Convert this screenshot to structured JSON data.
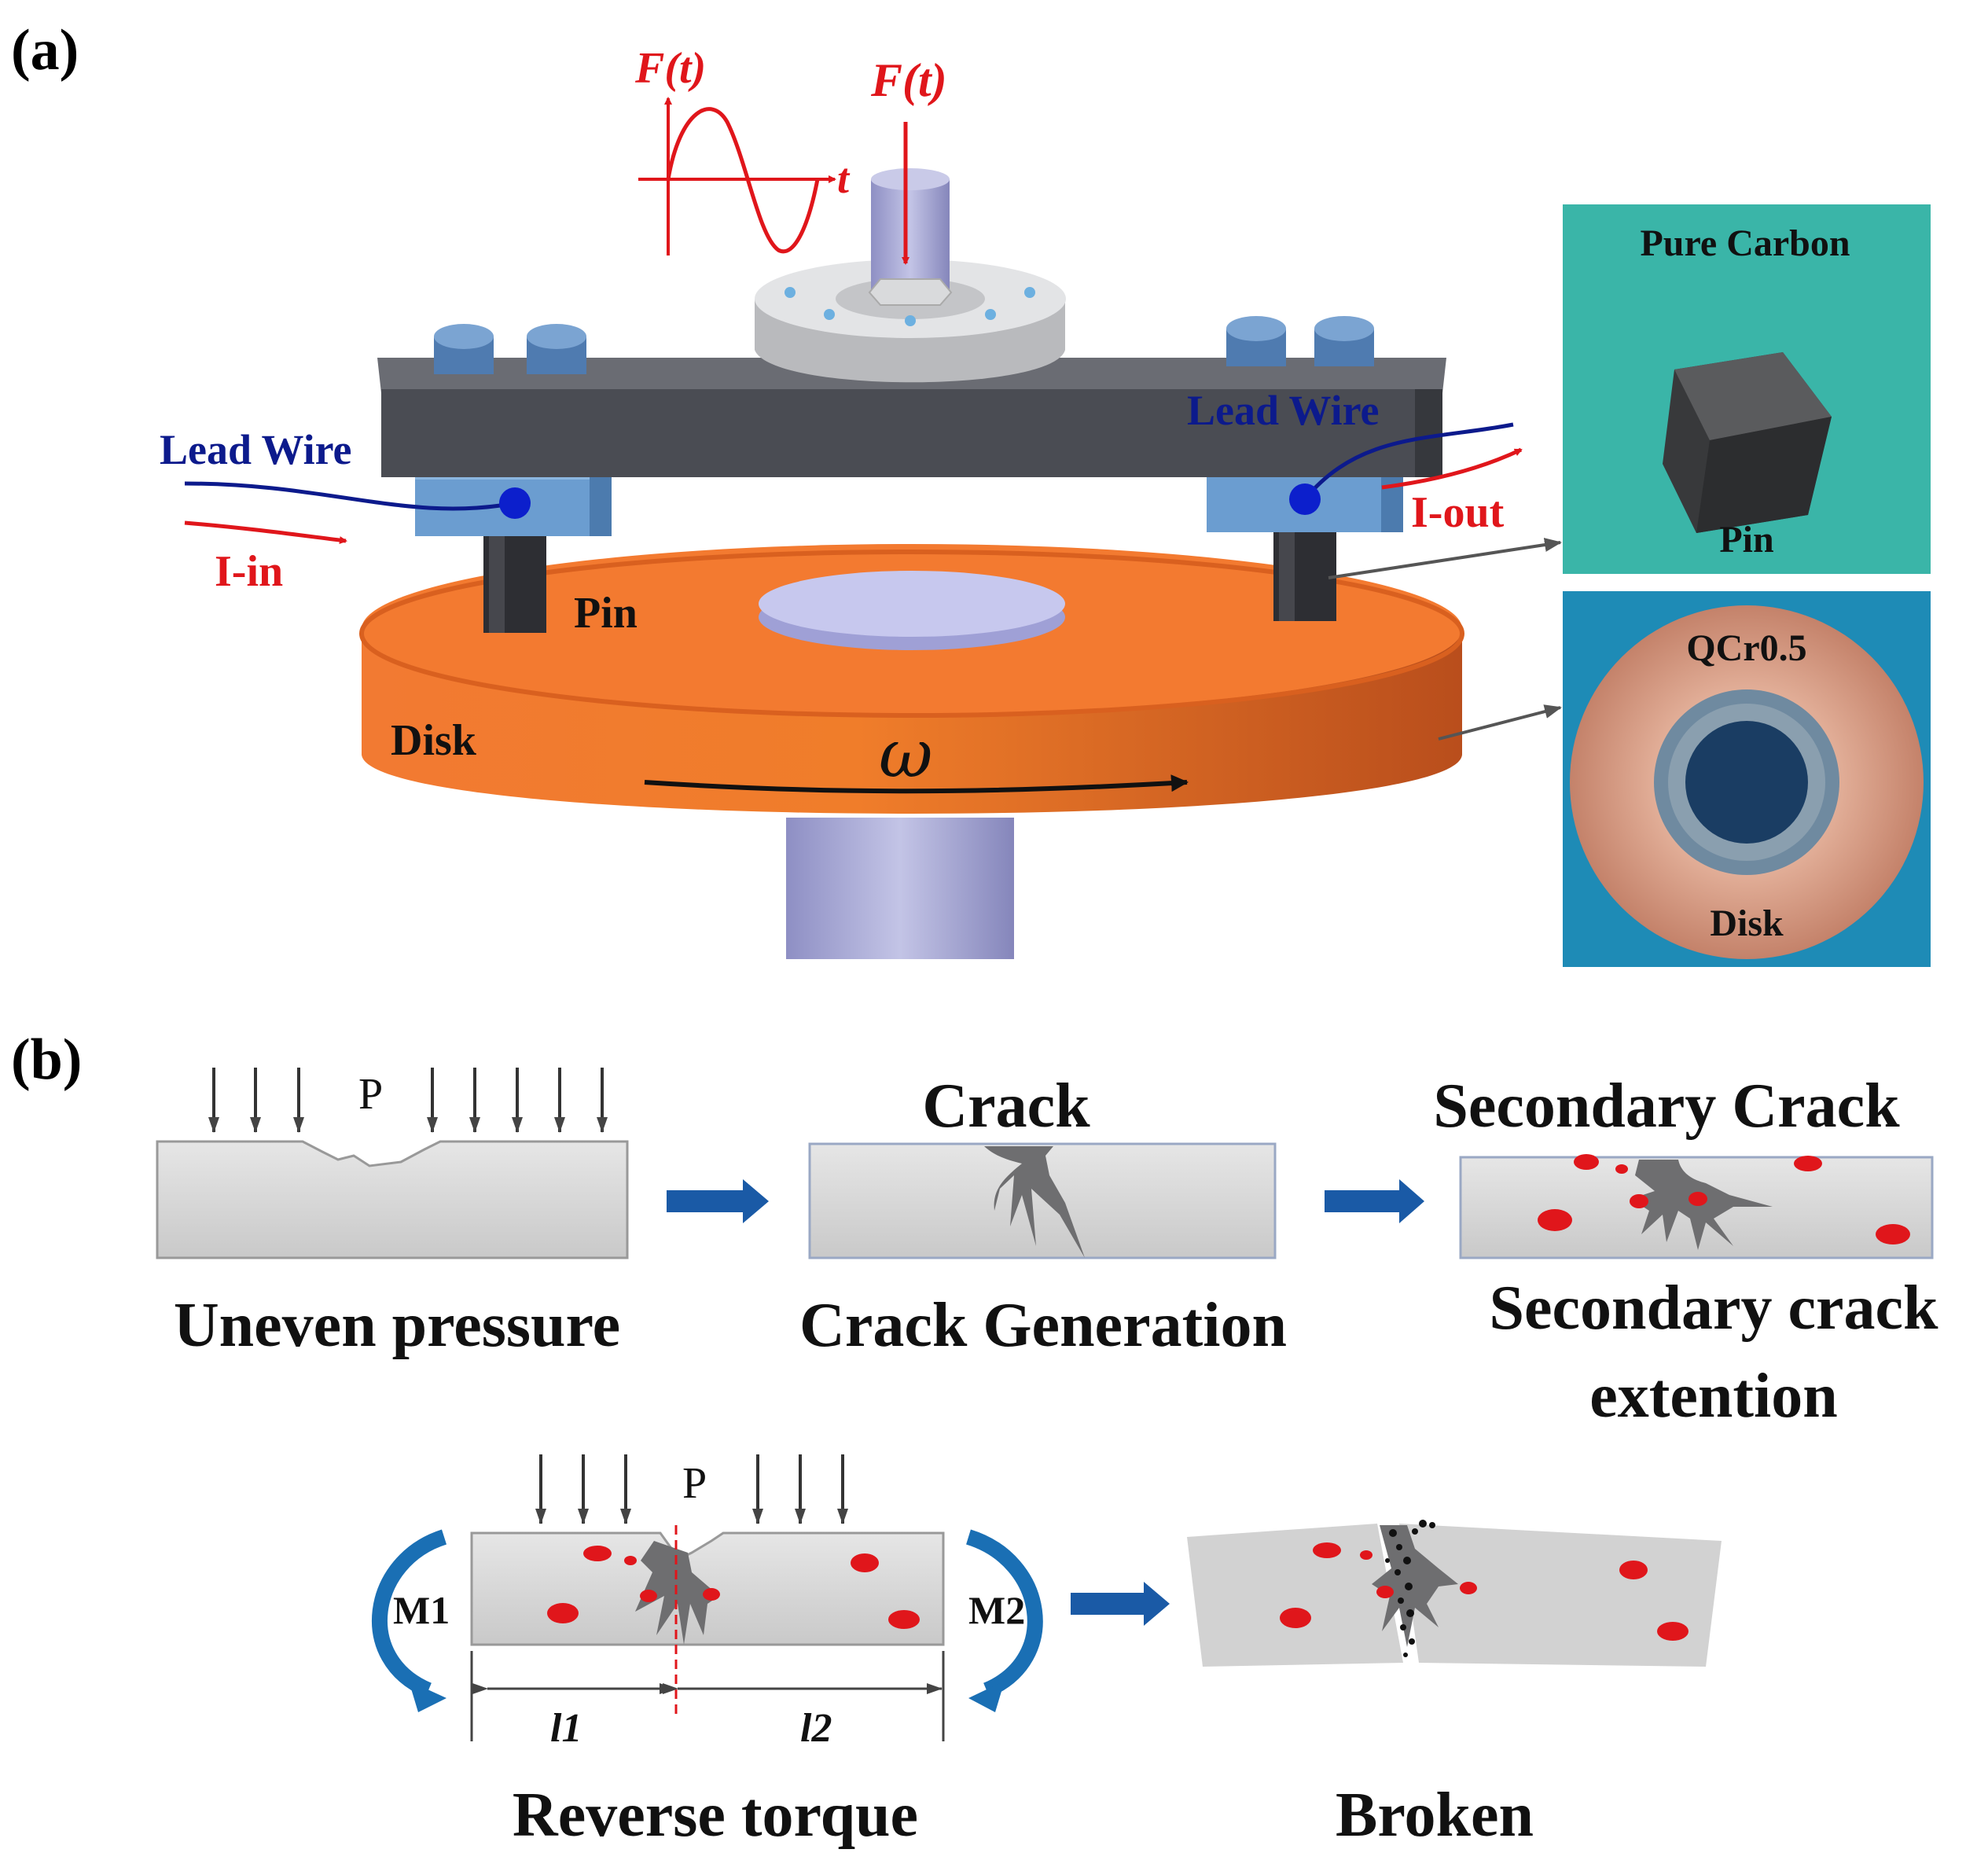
{
  "panel_a": {
    "label": "(a)",
    "force_graph": {
      "y_label": "F(t)",
      "x_label": "t"
    },
    "force_arrow_label": "F(t)",
    "lead_wire_left": "Lead Wire",
    "lead_wire_right": "Lead Wire",
    "current_in": "I-in",
    "current_out": "I-out",
    "pin_label": "Pin",
    "disk_label": "Disk",
    "omega_label": "ω",
    "photo_pin": {
      "title": "Pure Carbon",
      "caption": "Pin"
    },
    "photo_disk": {
      "title": "QCr0.5",
      "caption": "Disk"
    }
  },
  "panel_b": {
    "label": "(b)",
    "step1": {
      "pressure_label": "P",
      "caption": "Uneven pressure"
    },
    "step2": {
      "title": "Crack",
      "caption": "Crack Generation"
    },
    "step3": {
      "title": "Secondary Crack",
      "caption_line1": "Secondary crack",
      "caption_line2": "extention"
    },
    "step4": {
      "pressure_label": "P",
      "moment_left": "M1",
      "moment_right": "M2",
      "length_left": "l1",
      "length_right": "l2",
      "caption": "Reverse torque"
    },
    "step5": {
      "caption": "Broken"
    }
  },
  "colors": {
    "red": "#e0161b",
    "navy": "#0c1a8c",
    "blue_arrow": "#1a5aa6",
    "disk_orange": "#ee6c26",
    "block_dark": "#46484f",
    "bolt_blue": "#5b87b8",
    "teal_bg": "#3ab5a8",
    "blue_bg": "#1e8bb6",
    "copper": "#d9a085",
    "gray_block": "#dcdcdc"
  }
}
